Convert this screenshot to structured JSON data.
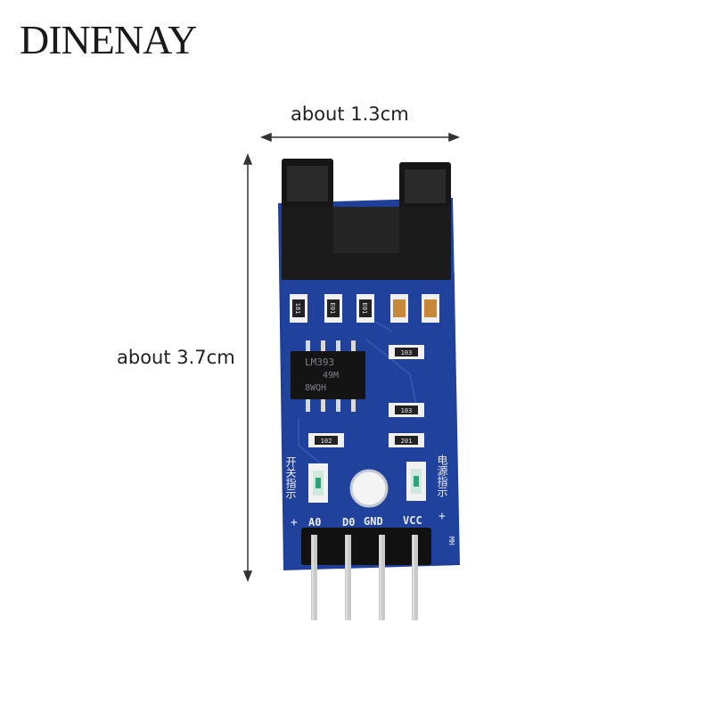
{
  "brand": {
    "name": "DINENAY"
  },
  "dimensions": {
    "width_label": "about 1.3cm",
    "height_label": "about 3.7cm"
  },
  "board": {
    "ic_line1": "LM393",
    "ic_line2": "49M",
    "ic_line3": "8WQH",
    "resistors": [
      "181",
      "E01",
      "E01",
      "103",
      "103",
      "102",
      "201"
    ],
    "pin_labels": [
      "A0",
      "D0",
      "GND",
      "VCC"
    ],
    "left_chinese": "开关指示",
    "right_chinese": "电源指示",
    "plus_left": "+",
    "plus_right": "+",
    "side_mark": "MH",
    "colors": {
      "pcb": "#1f3f99",
      "sensor": "#161616",
      "header": "#111111",
      "pins": "#c9c9c9"
    }
  }
}
